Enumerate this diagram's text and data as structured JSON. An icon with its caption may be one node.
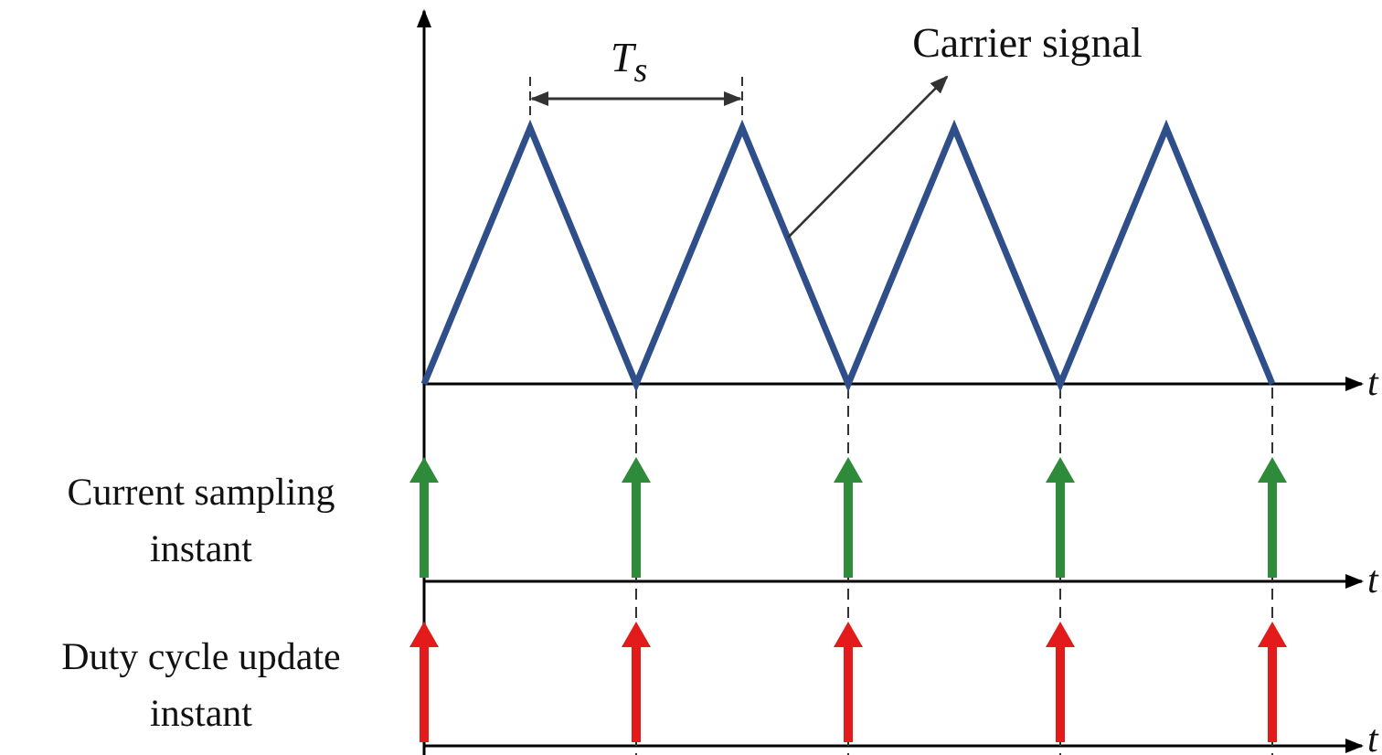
{
  "diagram": {
    "nodes": [
      {
        "text": [
          "Carrier signal"
        ]
      },
      {
        "text": [],
        "shape": "picture"
      }
    ],
    "edges": [
      {
        "from": 1,
        "to": 0,
        "arrow": "to"
      }
    ],
    "labels": [
      "T$_{s}$",
      "t",
      "Current sampling instant",
      "t",
      "Duty cycle update instant",
      "t"
    ]
  }
}
